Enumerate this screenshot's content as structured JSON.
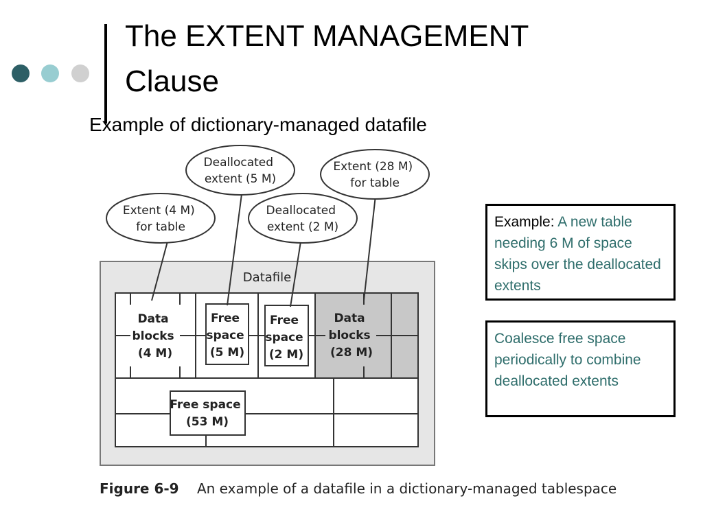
{
  "slide": {
    "title": "The EXTENT MANAGEMENT Clause",
    "subtitle": "Example of dictionary-managed datafile",
    "bullet_colors": [
      "#2d5f66",
      "#98cdd1",
      "#d0d0d0"
    ]
  },
  "diagram": {
    "container_label": "Datafile",
    "callouts": {
      "extent_4m": [
        "Extent (4 M)",
        "for table"
      ],
      "dealloc_5m": [
        "Deallocated",
        "extent (5 M)"
      ],
      "dealloc_2m": [
        "Deallocated",
        "extent (2 M)"
      ],
      "extent_28m": [
        "Extent (28 M)",
        "for table"
      ]
    },
    "blocks": {
      "data_4m": [
        "Data",
        "blocks",
        "(4 M)"
      ],
      "free_5m": [
        "Free",
        "space",
        "(5 M)"
      ],
      "free_2m": [
        "Free",
        "space",
        "(2 M)"
      ],
      "data_28m": [
        "Data",
        "blocks",
        "(28 M)"
      ],
      "free_53m": [
        "Free space",
        "(53 M)"
      ]
    },
    "colors": {
      "panel": "#e6e6e6",
      "shaded_block": "#c8c8c8"
    }
  },
  "notes": {
    "example_label": "Example:",
    "example_text": "A new table needing 6 M of space skips over the deallocated extents",
    "coalesce_text": "Coalesce free space periodically to combine deallocated extents",
    "text_color": "#2e6d6b"
  },
  "figure": {
    "number": "Figure 6-9",
    "caption": "An example of a datafile in a dictionary-managed tablespace"
  }
}
